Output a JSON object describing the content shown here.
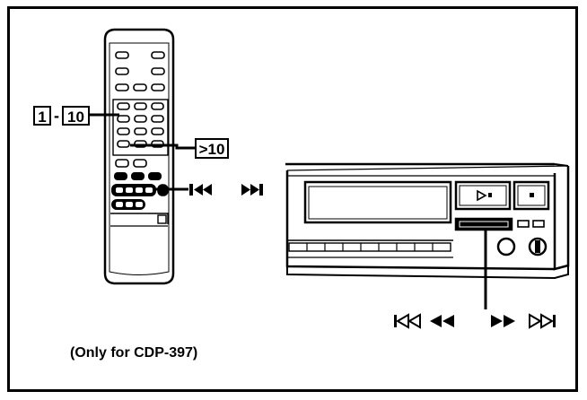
{
  "labels": {
    "num_start": "1",
    "num_separator": "-",
    "num_end": "10",
    "num_plus": ">10"
  },
  "caption": "(Only for CDP-397)",
  "icons": {
    "remote_transport": [
      "prev-track-icon",
      "next-track-icon"
    ],
    "player_transport": [
      "skip-back-icon",
      "rewind-icon",
      "fast-forward-icon",
      "skip-forward-icon"
    ]
  },
  "colors": {
    "ink": "#000000",
    "paper": "#ffffff"
  }
}
